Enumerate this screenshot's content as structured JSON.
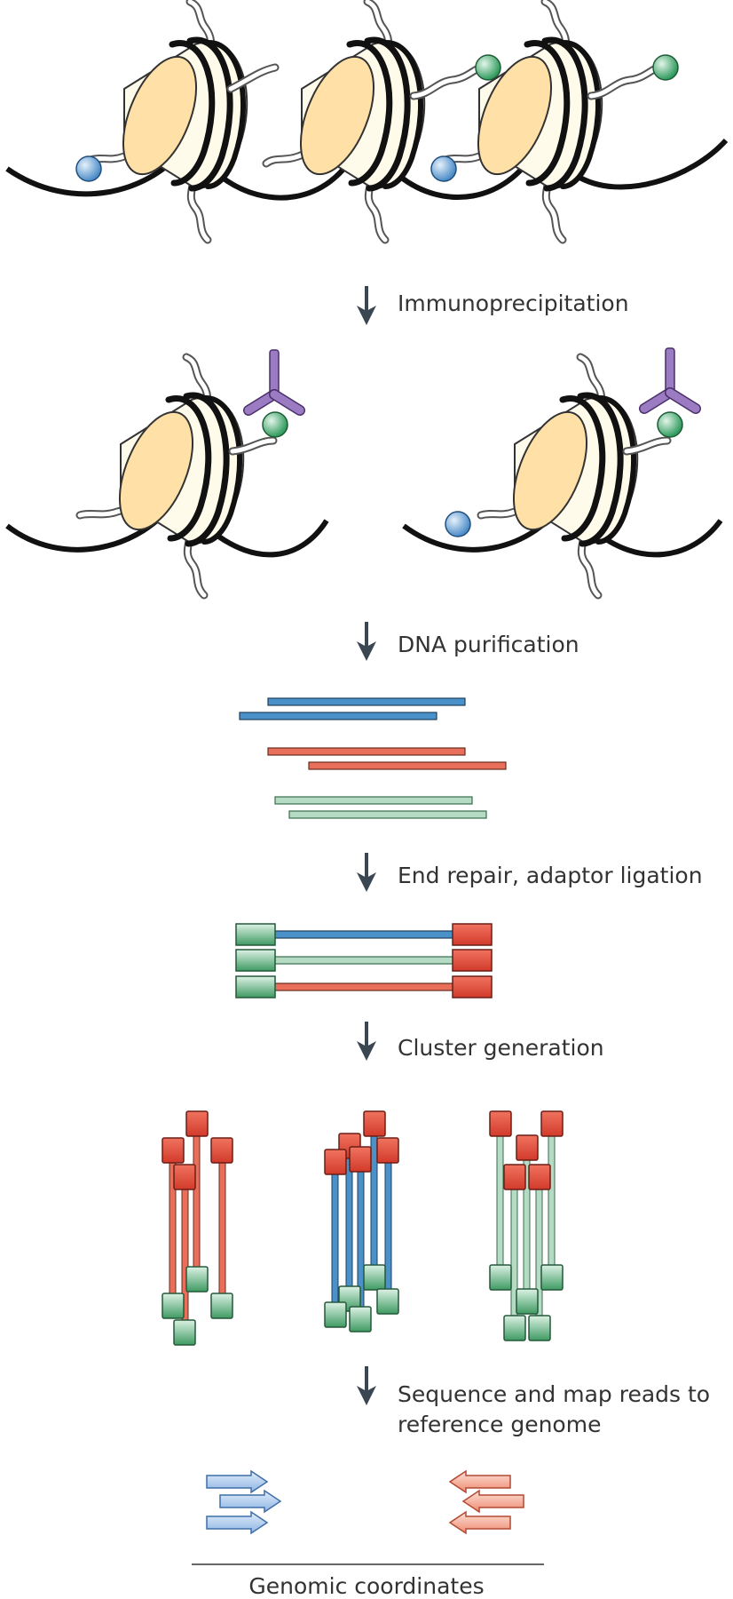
{
  "colors": {
    "dna": "#111111",
    "core": "#FFFBEA",
    "core_side": "#FFE0A6",
    "tail_fill": "#FFFFFF",
    "tail_stroke": "#555555",
    "mark_blue": "#5B9BD5",
    "mark_green": "#3FA56B",
    "antibody": "#9B7BC2",
    "arrow": "#3A4651",
    "frag_blue": "#4A90C9",
    "frag_red": "#E8705A",
    "frag_green": "#B5DBC5",
    "adaptor_green": "#5BAF7A",
    "adaptor_red": "#E04A3A",
    "read_blue": "#A9C8EE",
    "read_red": "#F4A48F",
    "text": "#333333"
  },
  "steps": [
    {
      "label_lines": [
        "Immunoprecipitation"
      ]
    },
    {
      "label_lines": [
        "DNA purification"
      ]
    },
    {
      "label_lines": [
        "End repair, adaptor ligation"
      ]
    },
    {
      "label_lines": [
        "Cluster generation"
      ]
    },
    {
      "label_lines": [
        "Sequence and map reads to",
        "reference genome"
      ]
    }
  ],
  "axis_label": "Genomic coordinates"
}
